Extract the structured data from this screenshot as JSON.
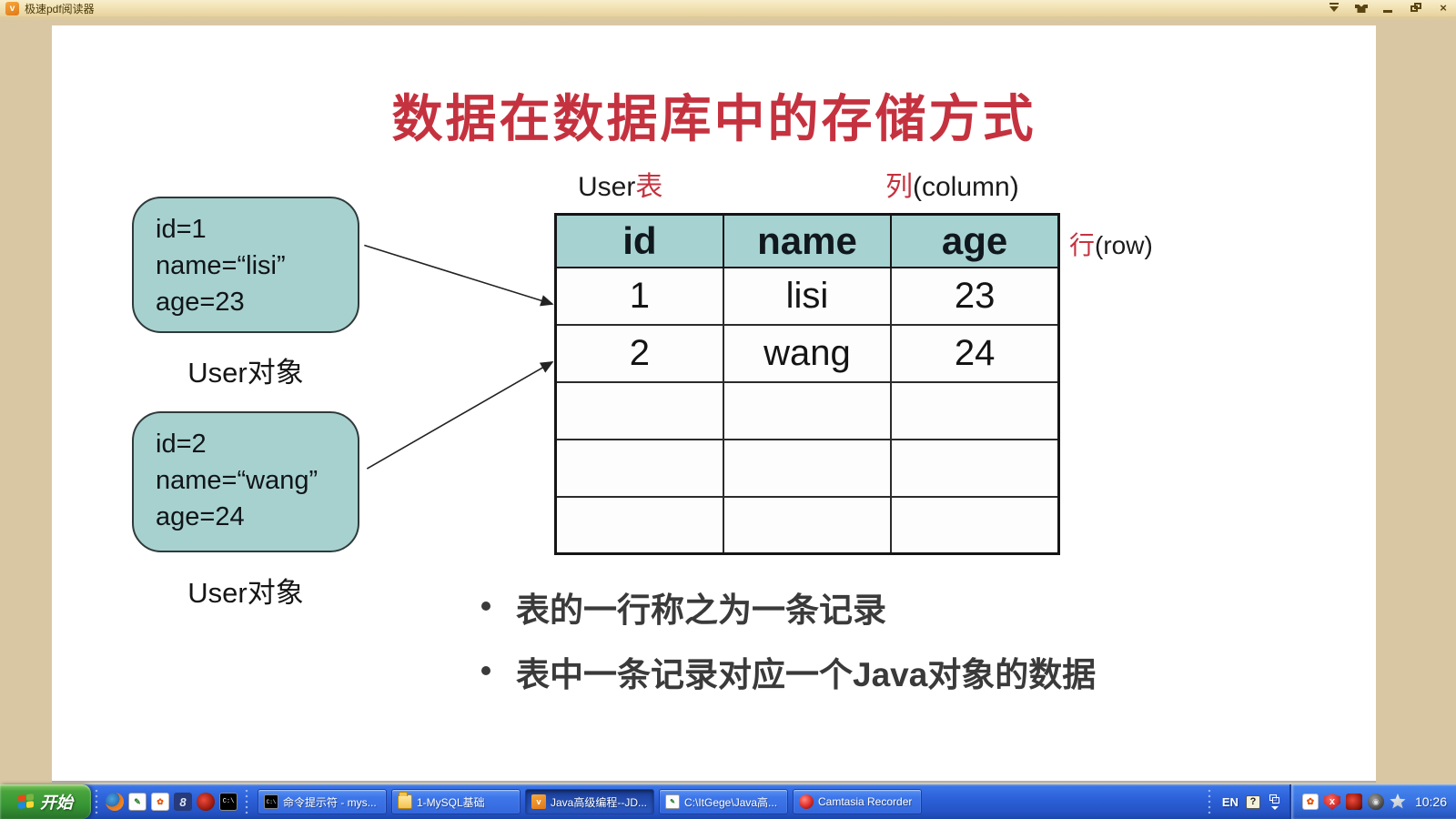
{
  "window": {
    "title": "极速pdf阅读器",
    "app_icon_glyph": "v",
    "close_glyph": "×"
  },
  "slide": {
    "title": "数据在数据库中的存储方式",
    "user_table_label": {
      "en": "User",
      "zh": "表"
    },
    "column_label": {
      "zh": "列",
      "en": "(column)"
    },
    "row_label": {
      "zh": "行",
      "en": "(row)"
    },
    "table": {
      "columns": [
        "id",
        "name",
        "age"
      ],
      "rows": [
        [
          "1",
          "lisi",
          "23"
        ],
        [
          "2",
          "wang",
          "24"
        ],
        [
          "",
          "",
          ""
        ],
        [
          "",
          "",
          ""
        ],
        [
          "",
          "",
          ""
        ]
      ]
    },
    "objects": [
      {
        "lines": [
          "id=1",
          "name=“lisi”",
          "age=23"
        ],
        "label": "User对象"
      },
      {
        "lines": [
          "id=2",
          "name=“wang”",
          "age=24"
        ],
        "label": "User对象"
      }
    ],
    "bullets": [
      "表的一行称之为一条记录",
      "表中一条记录对应一个Java对象的数据"
    ]
  },
  "taskbar": {
    "start_label": "开始",
    "quick_launch_icons": [
      "firefox-icon",
      "editor-icon",
      "painter-icon",
      "eight-icon",
      "opera-icon",
      "cmd-icon"
    ],
    "glyphs": {
      "cmd": "C:\\",
      "eight": "8",
      "editor": "✎",
      "painter": "✿",
      "pdf": "v",
      "question": "?",
      "shield": "x",
      "speaker": "◉"
    },
    "tasks": [
      {
        "label": "命令提示符 - mys...",
        "icon": "cmd-icon",
        "active": false
      },
      {
        "label": "1-MySQL基础",
        "icon": "folder-icon",
        "active": false
      },
      {
        "label": "Java高级编程--JD...",
        "icon": "pdf-reader-icon",
        "active": true
      },
      {
        "label": "C:\\ItGege\\Java高...",
        "icon": "editor-icon",
        "active": false
      },
      {
        "label": "Camtasia Recorder",
        "icon": "camtasia-icon",
        "active": false
      }
    ],
    "language": "EN",
    "clock": "10:26"
  }
}
